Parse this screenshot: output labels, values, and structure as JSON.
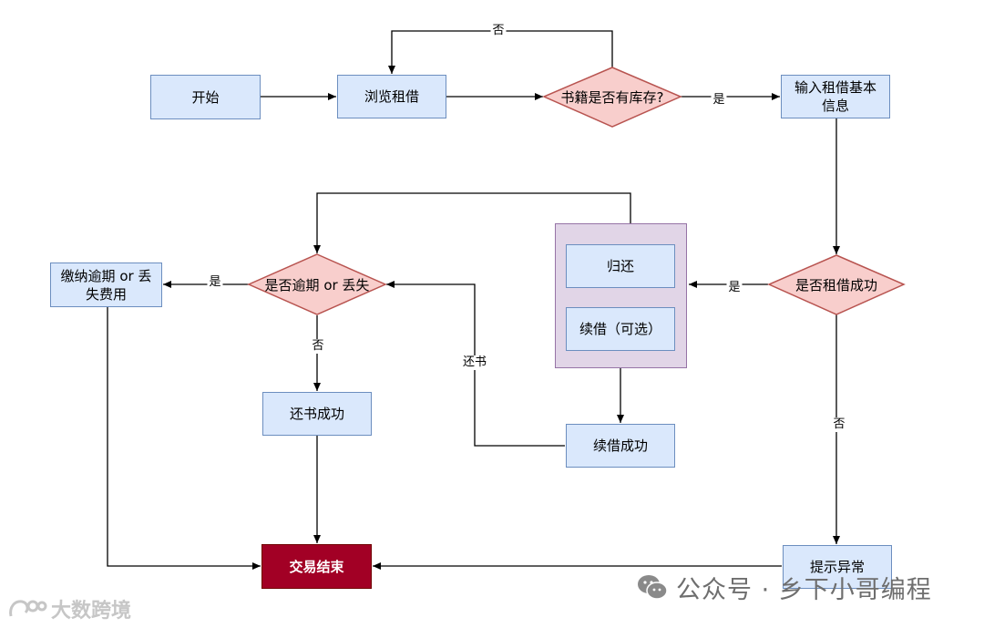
{
  "nodes": {
    "start": "开始",
    "browse": "浏览租借",
    "stock_check": "书籍是否有库存?",
    "input_info": "输入租借基本信息",
    "rent_success_check": "是否租借成功",
    "return": "归还",
    "renew_optional": "续借（可选）",
    "renew_success": "续借成功",
    "overdue_check": "是否逾期 or 丢失",
    "pay_fee": "缴纳逾期 or 丢失费用",
    "return_success": "还书成功",
    "show_error": "提示异常",
    "end": "交易结束"
  },
  "edges": {
    "stock_no": "否",
    "stock_yes": "是",
    "rent_yes": "是",
    "rent_no": "否",
    "overdue_yes": "是",
    "overdue_no": "否",
    "return_book": "还书"
  },
  "watermarks": {
    "wechat_account": "公众号 · 乡下小哥编程",
    "site": "大数跨境"
  },
  "colors": {
    "process_fill": "#dae8fc",
    "process_stroke": "#6c8ebf",
    "decision_fill": "#f8cecc",
    "decision_stroke": "#b85450",
    "group_fill": "#e1d5e7",
    "group_stroke": "#9673a6",
    "end_fill": "#a20025"
  }
}
